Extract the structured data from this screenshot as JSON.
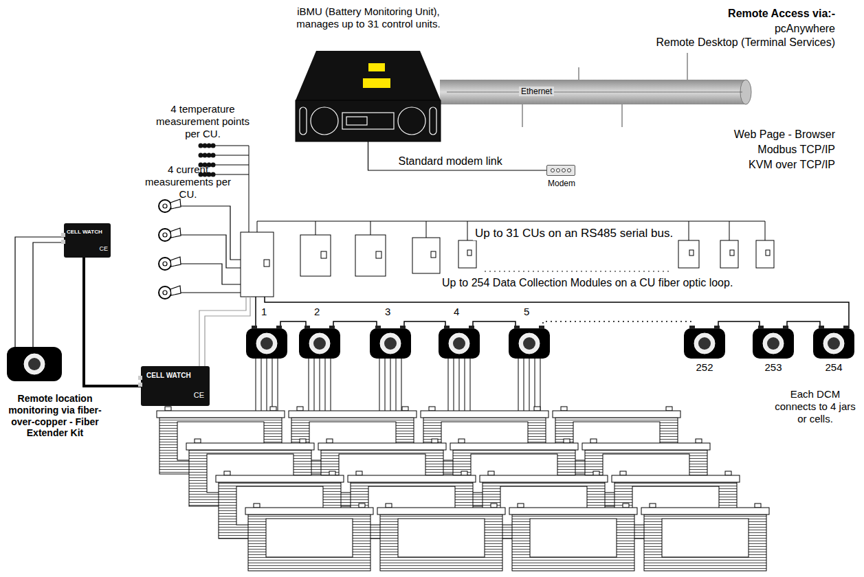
{
  "diagram": {
    "nodes": [
      {
        "text": [
          "iBMU (Battery Monitoring Unit), manages up to 31 control units."
        ]
      },
      {
        "text": [
          "Modem"
        ]
      },
      {
        "text": [
          "CELL WATCH",
          "CE"
        ]
      },
      {
        "text": [
          "1"
        ]
      },
      {
        "text": [
          "2"
        ]
      },
      {
        "text": [
          "3"
        ]
      },
      {
        "text": [
          "4"
        ]
      },
      {
        "text": [
          "5"
        ]
      },
      {
        "text": [
          "252"
        ]
      },
      {
        "text": [
          "253"
        ]
      },
      {
        "text": [
          "254"
        ]
      },
      {
        "text": [
          "CELL WATCH",
          "CE"
        ]
      }
    ],
    "edges": [
      {
        "from": 0,
        "to": 1,
        "label": "Standard modem link",
        "arrow": "none"
      },
      {
        "from": 3,
        "to": 4,
        "arrow": "none"
      },
      {
        "from": 4,
        "to": 5,
        "arrow": "none"
      },
      {
        "from": 5,
        "to": 6,
        "arrow": "none"
      },
      {
        "from": 6,
        "to": 7,
        "arrow": "none"
      },
      {
        "from": 7,
        "to": 8,
        "arrow": "none"
      },
      {
        "from": 8,
        "to": 9,
        "arrow": "none"
      },
      {
        "from": 9,
        "to": 10,
        "arrow": "none"
      },
      {
        "from": 2,
        "to": 11,
        "arrow": "none"
      }
    ],
    "labels": [
      "Remote Access via:-",
      "pcAnywhere",
      "Remote Desktop (Terminal Services)",
      "Ethernet",
      "Web Page - Browser",
      "Modbus TCP/IP",
      "KVM over TCP/IP",
      "4 temperature measurement points per CU.",
      "4 current measurements per CU.",
      "Up to 31 CUs on an RS485 serial bus.",
      "Up to 254 Data Collection Modules on a CU fiber optic loop.",
      "Remote location monitoring via fiber-over-copper - Fiber Extender Kit",
      "Each DCM connects to 4 jars or cells."
    ]
  }
}
